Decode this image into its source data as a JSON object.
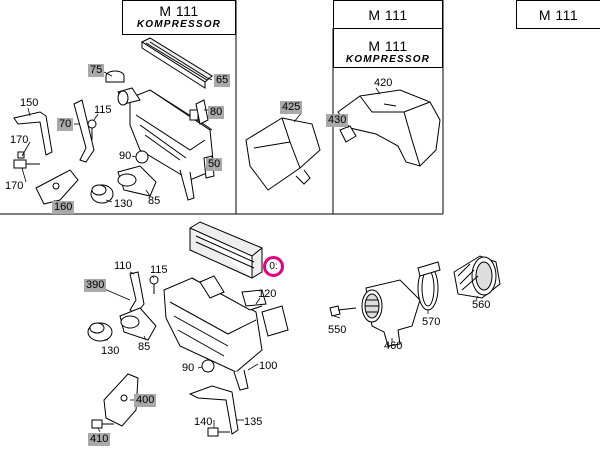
{
  "panels": {
    "top_left": {
      "model": "M 111",
      "variant": "KOMPRESSOR"
    },
    "top_mid": {
      "model": "M 111"
    },
    "top_mid_inner": {
      "model": "M 111",
      "variant": "KOMPRESSOR"
    },
    "top_right": {
      "model": "M 111"
    }
  },
  "callouts": {
    "p75": "75",
    "p65": "65",
    "p150": "150",
    "p115a": "115",
    "p80": "80",
    "p70": "70",
    "p170a": "170",
    "p90a": "90",
    "p50": "50",
    "p170b": "170",
    "p160": "160",
    "p130a": "130",
    "p85a": "85",
    "p420": "420",
    "p425": "425",
    "p430": "430",
    "p0": "0:",
    "p110": "110",
    "p115b": "115",
    "p390": "390",
    "p120": "120",
    "p130b": "130",
    "p85b": "85",
    "p90b": "90",
    "p100": "100",
    "p400": "400",
    "p410": "410",
    "p140": "140",
    "p135": "135",
    "p550": "550",
    "p460": "460",
    "p570": "570",
    "p560": "560"
  },
  "colors": {
    "highlight": "#a9a9a9",
    "marker": "#e4007c"
  }
}
